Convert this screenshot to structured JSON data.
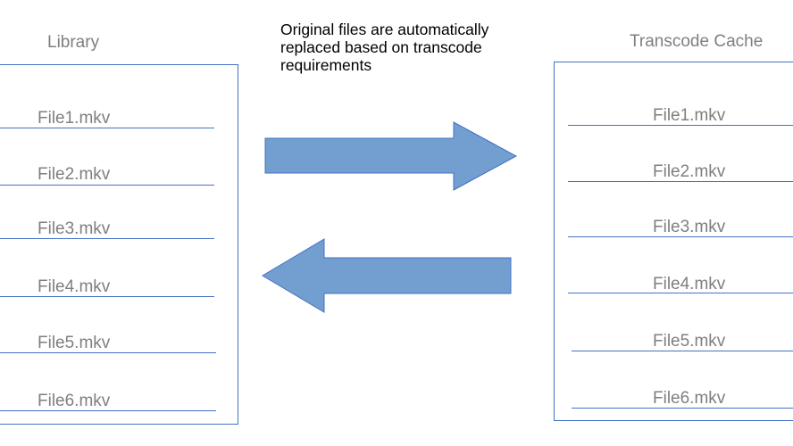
{
  "library": {
    "title": "Library",
    "files": [
      "File1.mkv",
      "File2.mkv",
      "File3.mkv",
      "File4.mkv",
      "File5.mkv",
      "File6.mkv"
    ]
  },
  "cache": {
    "title": "Transcode Cache",
    "files": [
      "File1.mkv",
      "File2.mkv",
      "File3.mkv",
      "File4.mkv",
      "File5.mkv",
      "File6.mkv"
    ]
  },
  "caption": "Original files are automatically replaced based on transcode requirements",
  "colors": {
    "accent": "#4472c4",
    "arrow_fill": "#729fcf",
    "label_text": "#7f7f7f"
  }
}
